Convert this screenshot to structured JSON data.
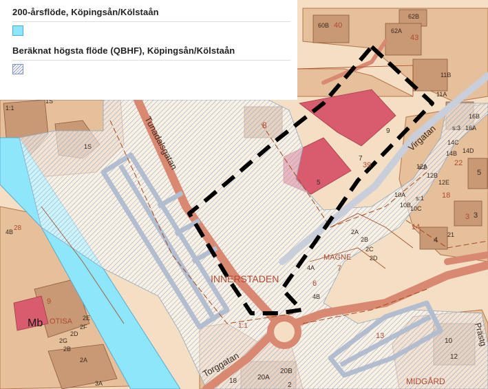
{
  "legend": {
    "entries": [
      {
        "label": "200-årsflöde, Köpingsån/Kölstaån",
        "swatch": "light-blue-fill",
        "color": "#8ee6fb"
      },
      {
        "label": "Beräknat högsta flöde (QBHF), Köpingsån/Kölstaån",
        "swatch": "blue-diagonal-hatch",
        "color": "#7f93c7"
      }
    ]
  },
  "map": {
    "colors": {
      "ground": "#f4dfc4",
      "block": "#e6bf9b",
      "building": "#c99874",
      "building_red": "#d85c6e",
      "river": "#8ee6fb",
      "road": "#d98872",
      "hatch_line": "#8ea6bf",
      "parking": "#b3bdd0",
      "boundary": "#a64a20",
      "study_area": "#000000"
    },
    "streets": [
      "Tunadalsgatan",
      "Virgatan",
      "Torggatan",
      "Prästg"
    ],
    "districts": [
      "INNERSTADEN",
      "MAGNE",
      "OTISA",
      "MIDGÅRD"
    ],
    "zone_labels": [
      "Mb"
    ],
    "property_labels": {
      "upper_right": [
        "60B",
        "40",
        "62B",
        "62A",
        "43",
        "11B",
        "11A",
        "16B",
        "s:3",
        "16A",
        "14C",
        "14D",
        "14B",
        "22",
        "s:2",
        "12A",
        "12B",
        "12E",
        "18",
        "5",
        "10A",
        "s:1",
        "10B",
        "10C",
        "14",
        "4",
        "3",
        "3",
        "21"
      ],
      "center": [
        "8",
        "9",
        "7",
        "39",
        "5",
        "2A",
        "2B",
        "2C",
        "2D",
        "7",
        "4A",
        "6",
        "4B",
        "1:1"
      ],
      "lower": [
        "13",
        "10",
        "12",
        "18",
        "20A",
        "20B",
        "2"
      ],
      "left": [
        "1S",
        "1S",
        "4B",
        "9",
        "2E",
        "2F",
        "2D",
        "2G",
        "2B",
        "2A",
        "3A",
        "1:1",
        "28"
      ]
    }
  }
}
